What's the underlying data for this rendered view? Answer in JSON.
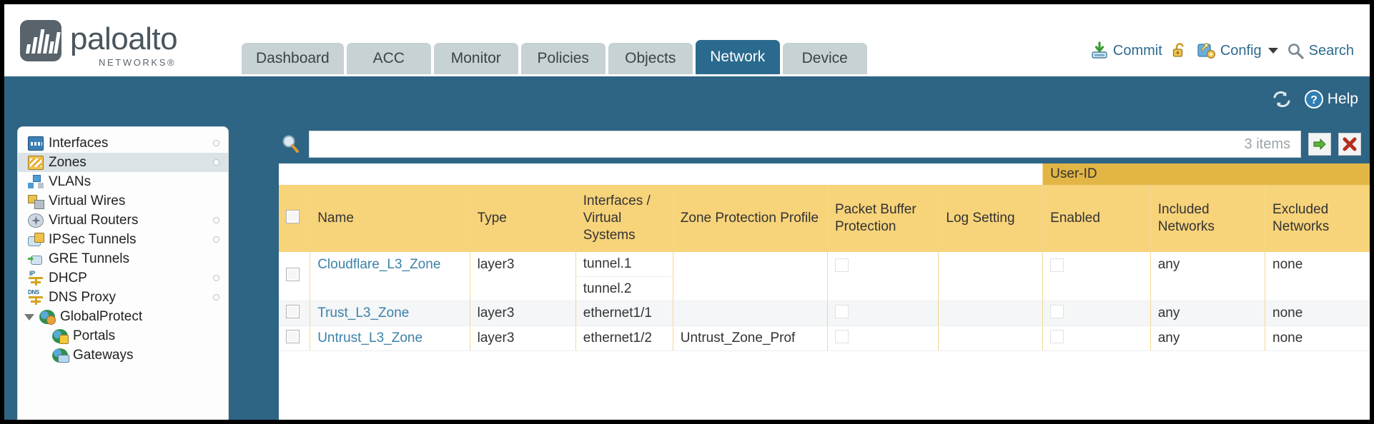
{
  "brand": {
    "name": "paloalto",
    "tagline": "NETWORKS",
    "registered": "®"
  },
  "nav": {
    "tabs": [
      {
        "label": "Dashboard",
        "active": false
      },
      {
        "label": "ACC",
        "active": false
      },
      {
        "label": "Monitor",
        "active": false
      },
      {
        "label": "Policies",
        "active": false
      },
      {
        "label": "Objects",
        "active": false
      },
      {
        "label": "Network",
        "active": true
      },
      {
        "label": "Device",
        "active": false
      }
    ]
  },
  "utils": {
    "commit": "Commit",
    "lock_icon": "unlock-icon",
    "config": "Config",
    "search": "Search"
  },
  "bluebar": {
    "refresh_icon": "refresh-icon",
    "help": "Help"
  },
  "sidebar": {
    "items": [
      {
        "label": "Interfaces",
        "icon": "interfaces-icon",
        "selected": false,
        "child": false,
        "dot": true,
        "expander": false
      },
      {
        "label": "Zones",
        "icon": "zones-icon",
        "selected": true,
        "child": false,
        "dot": true,
        "expander": false
      },
      {
        "label": "VLANs",
        "icon": "vlans-icon",
        "selected": false,
        "child": false,
        "dot": false,
        "expander": false
      },
      {
        "label": "Virtual Wires",
        "icon": "virtual-wires-icon",
        "selected": false,
        "child": false,
        "dot": false,
        "expander": false
      },
      {
        "label": "Virtual Routers",
        "icon": "virtual-routers-icon",
        "selected": false,
        "child": false,
        "dot": true,
        "expander": false
      },
      {
        "label": "IPSec Tunnels",
        "icon": "ipsec-tunnels-icon",
        "selected": false,
        "child": false,
        "dot": true,
        "expander": false
      },
      {
        "label": "GRE Tunnels",
        "icon": "gre-tunnels-icon",
        "selected": false,
        "child": false,
        "dot": false,
        "expander": false
      },
      {
        "label": "DHCP",
        "icon": "dhcp-icon",
        "selected": false,
        "child": false,
        "dot": true,
        "expander": false
      },
      {
        "label": "DNS Proxy",
        "icon": "dns-proxy-icon",
        "selected": false,
        "child": false,
        "dot": true,
        "expander": false
      },
      {
        "label": "GlobalProtect",
        "icon": "globalprotect-icon",
        "selected": false,
        "child": false,
        "dot": false,
        "expander": true
      },
      {
        "label": "Portals",
        "icon": "portals-icon",
        "selected": false,
        "child": true,
        "dot": false,
        "expander": false
      },
      {
        "label": "Gateways",
        "icon": "gateways-icon",
        "selected": false,
        "child": true,
        "dot": false,
        "expander": false
      }
    ]
  },
  "toolbar": {
    "search_icon": "magnifier-icon",
    "search_value": "",
    "search_placeholder": "",
    "item_count": "3 items",
    "apply_icon": "green-arrow-icon",
    "clear_icon": "red-x-icon"
  },
  "table": {
    "group_header": "User-ID",
    "columns": [
      "Name",
      "Type",
      "Interfaces / Virtual Systems",
      "Zone Protection Profile",
      "Packet Buffer Protection",
      "Log Setting",
      "Enabled",
      "Included Networks",
      "Excluded Networks"
    ],
    "rows": [
      {
        "name": "Cloudflare_L3_Zone",
        "type": "layer3",
        "interfaces": [
          "tunnel.1",
          "tunnel.2"
        ],
        "zone_protection_profile": "",
        "packet_buffer_protection": false,
        "log_setting": "",
        "userid_enabled": false,
        "included_networks": "any",
        "excluded_networks": "none"
      },
      {
        "name": "Trust_L3_Zone",
        "type": "layer3",
        "interfaces": [
          "ethernet1/1"
        ],
        "zone_protection_profile": "",
        "packet_buffer_protection": false,
        "log_setting": "",
        "userid_enabled": false,
        "included_networks": "any",
        "excluded_networks": "none"
      },
      {
        "name": "Untrust_L3_Zone",
        "type": "layer3",
        "interfaces": [
          "ethernet1/2"
        ],
        "zone_protection_profile": "Untrust_Zone_Prof",
        "packet_buffer_protection": false,
        "log_setting": "",
        "userid_enabled": false,
        "included_networks": "any",
        "excluded_networks": "none"
      }
    ]
  },
  "colors": {
    "brand_blue": "#2e6484",
    "tab_active": "#2a6a8e",
    "tab_inactive": "#c6d2d3",
    "header_yellow": "#f7d37a",
    "group_yellow": "#e2b645",
    "link_blue": "#3b81a8"
  }
}
